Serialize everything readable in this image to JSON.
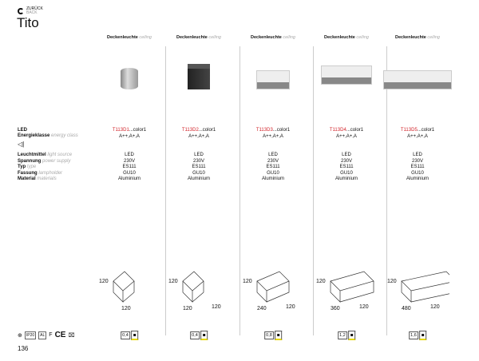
{
  "nav": {
    "back_de": "ZURÜCK",
    "back_en": "BACK"
  },
  "title": "Tito",
  "labels": {
    "led": "LED",
    "energy_de": "Energieklasse",
    "energy_en": "energy class",
    "source_de": "Leuchtmittel",
    "source_en": "light source",
    "supply_de": "Spannung",
    "supply_en": "power supply",
    "type_de": "Typ",
    "type_en": "type",
    "holder_de": "Fassung",
    "holder_en": "lampholder",
    "material_de": "Material",
    "material_en": "materials"
  },
  "products": [
    {
      "header_de": "Deckenleuchte",
      "header_en": "ceiling",
      "code": "T113D1",
      "suffix": "...color1",
      "energy": "A++,A+,A",
      "source": "LED",
      "supply": "230V",
      "type": "ES111",
      "holder": "GU10",
      "material": "Aluminium",
      "dims": [
        "120",
        "120"
      ],
      "weight": "0,4"
    },
    {
      "header_de": "Deckenleuchte",
      "header_en": "ceiling",
      "code": "T113D2",
      "suffix": "...color1",
      "energy": "A++,A+,A",
      "source": "LED",
      "supply": "230V",
      "type": "ES111",
      "holder": "GU10",
      "material": "Aluminium",
      "dims": [
        "120",
        "120",
        "120"
      ],
      "weight": "0,4"
    },
    {
      "header_de": "Deckenleuchte",
      "header_en": "ceiling",
      "code": "T113D3",
      "suffix": "...color1",
      "energy": "A++,A+,A",
      "source": "LED",
      "supply": "230V",
      "type": "ES111",
      "holder": "GU10",
      "material": "Aluminium",
      "dims": [
        "120",
        "240",
        "120"
      ],
      "weight": "0,8"
    },
    {
      "header_de": "Deckenleuchte",
      "header_en": "ceiling",
      "code": "T113D4",
      "suffix": "...color1",
      "energy": "A++,A+,A",
      "source": "LED",
      "supply": "230V",
      "type": "ES111",
      "holder": "GU10",
      "material": "Aluminium",
      "dims": [
        "120",
        "360",
        "120"
      ],
      "weight": "1,2"
    },
    {
      "header_de": "Deckenleuchte",
      "header_en": "ceiling",
      "code": "T113D5",
      "suffix": "...color1",
      "energy": "A++,A+,A",
      "source": "LED",
      "supply": "230V",
      "type": "ES111",
      "holder": "GU10",
      "material": "Aluminium",
      "dims": [
        "120",
        "480",
        "120"
      ],
      "weight": "1,6"
    }
  ],
  "cert": {
    "ip": "IP20",
    "al": "AL",
    "f": "F",
    "ce": "CE"
  },
  "page_number": "136"
}
